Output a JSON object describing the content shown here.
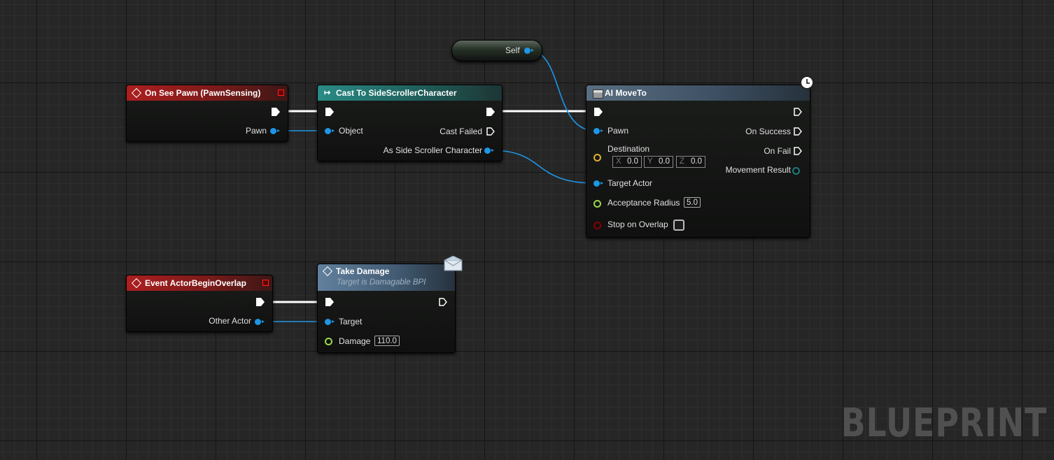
{
  "watermark": "BLUEPRINT",
  "self_node": {
    "label": "Self"
  },
  "on_see_pawn": {
    "title": "On See Pawn (PawnSensing)",
    "pawn": "Pawn"
  },
  "cast_node": {
    "title": "Cast To SideScrollerCharacter",
    "object": "Object",
    "cast_failed": "Cast Failed",
    "as_character": "As Side Scroller Character"
  },
  "ai_moveto": {
    "title": "AI MoveTo",
    "pawn": "Pawn",
    "destination": "Destination",
    "dest_x": "0.0",
    "dest_y": "0.0",
    "dest_z": "0.0",
    "axis_x": "X",
    "axis_y": "Y",
    "axis_z": "Z",
    "target_actor": "Target Actor",
    "acceptance_radius": "Acceptance Radius",
    "acceptance_value": "5.0",
    "stop_on_overlap": "Stop on Overlap",
    "on_success": "On Success",
    "on_fail": "On Fail",
    "movement_result": "Movement Result"
  },
  "begin_overlap": {
    "title": "Event ActorBeginOverlap",
    "other_actor": "Other Actor"
  },
  "take_damage": {
    "title": "Take Damage",
    "subtitle": "Target is Damagable BPI",
    "target": "Target",
    "damage": "Damage",
    "damage_value": "110.0"
  },
  "colors": {
    "object_pin": "#1e96e6",
    "exec_wire": "#ffffff",
    "vector_pin": "#e0b030",
    "float_pin": "#9ad84a",
    "bool_pin": "#8a0000",
    "struct_pin": "#1a7a80",
    "event_header": "#ad1f1f",
    "cast_header": "#2a8b86",
    "function_header": "#5a6e82"
  }
}
